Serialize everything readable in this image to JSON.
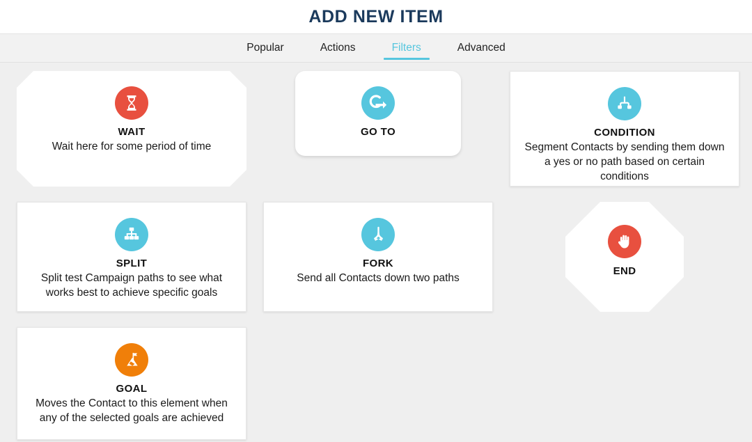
{
  "header": {
    "title": "ADD NEW ITEM"
  },
  "tabs": [
    {
      "label": "Popular",
      "active": false
    },
    {
      "label": "Actions",
      "active": false
    },
    {
      "label": "Filters",
      "active": true
    },
    {
      "label": "Advanced",
      "active": false
    }
  ],
  "colors": {
    "accent_cyan": "#56C6DE",
    "accent_red": "#E8503F",
    "accent_orange": "#F07F09",
    "title_navy": "#1B3A5C",
    "page_background": "#EFEFEF",
    "tabbar_background": "#F2F2F2",
    "card_background": "#FFFFFF"
  },
  "items": [
    {
      "id": "wait",
      "title": "WAIT",
      "description": "Wait here for some period of time",
      "icon": "hourglass-icon",
      "icon_color": "#E8503F",
      "shape": "chamfer"
    },
    {
      "id": "goto",
      "title": "GO TO",
      "description": "",
      "icon": "curved-arrow-right-icon",
      "icon_color": "#56C6DE",
      "shape": "rounded"
    },
    {
      "id": "condition",
      "title": "CONDITION",
      "description": "Segment Contacts by sending them down a yes or no path based on certain conditions",
      "icon": "branch-condition-icon",
      "icon_color": "#56C6DE",
      "shape": "square"
    },
    {
      "id": "split",
      "title": "SPLIT",
      "description": "Split test Campaign paths to see what works best to achieve specific goals",
      "icon": "sitemap-icon",
      "icon_color": "#56C6DE",
      "shape": "square"
    },
    {
      "id": "fork",
      "title": "FORK",
      "description": "Send all Contacts down two paths",
      "icon": "fork-arrows-icon",
      "icon_color": "#56C6DE",
      "shape": "square"
    },
    {
      "id": "end",
      "title": "END",
      "description": "",
      "icon": "stop-hand-icon",
      "icon_color": "#E8503F",
      "shape": "octagon"
    },
    {
      "id": "goal",
      "title": "GOAL",
      "description": "Moves the Contact to this element when any of the selected goals are achieved",
      "icon": "mountain-flag-icon",
      "icon_color": "#F07F09",
      "shape": "square"
    }
  ]
}
